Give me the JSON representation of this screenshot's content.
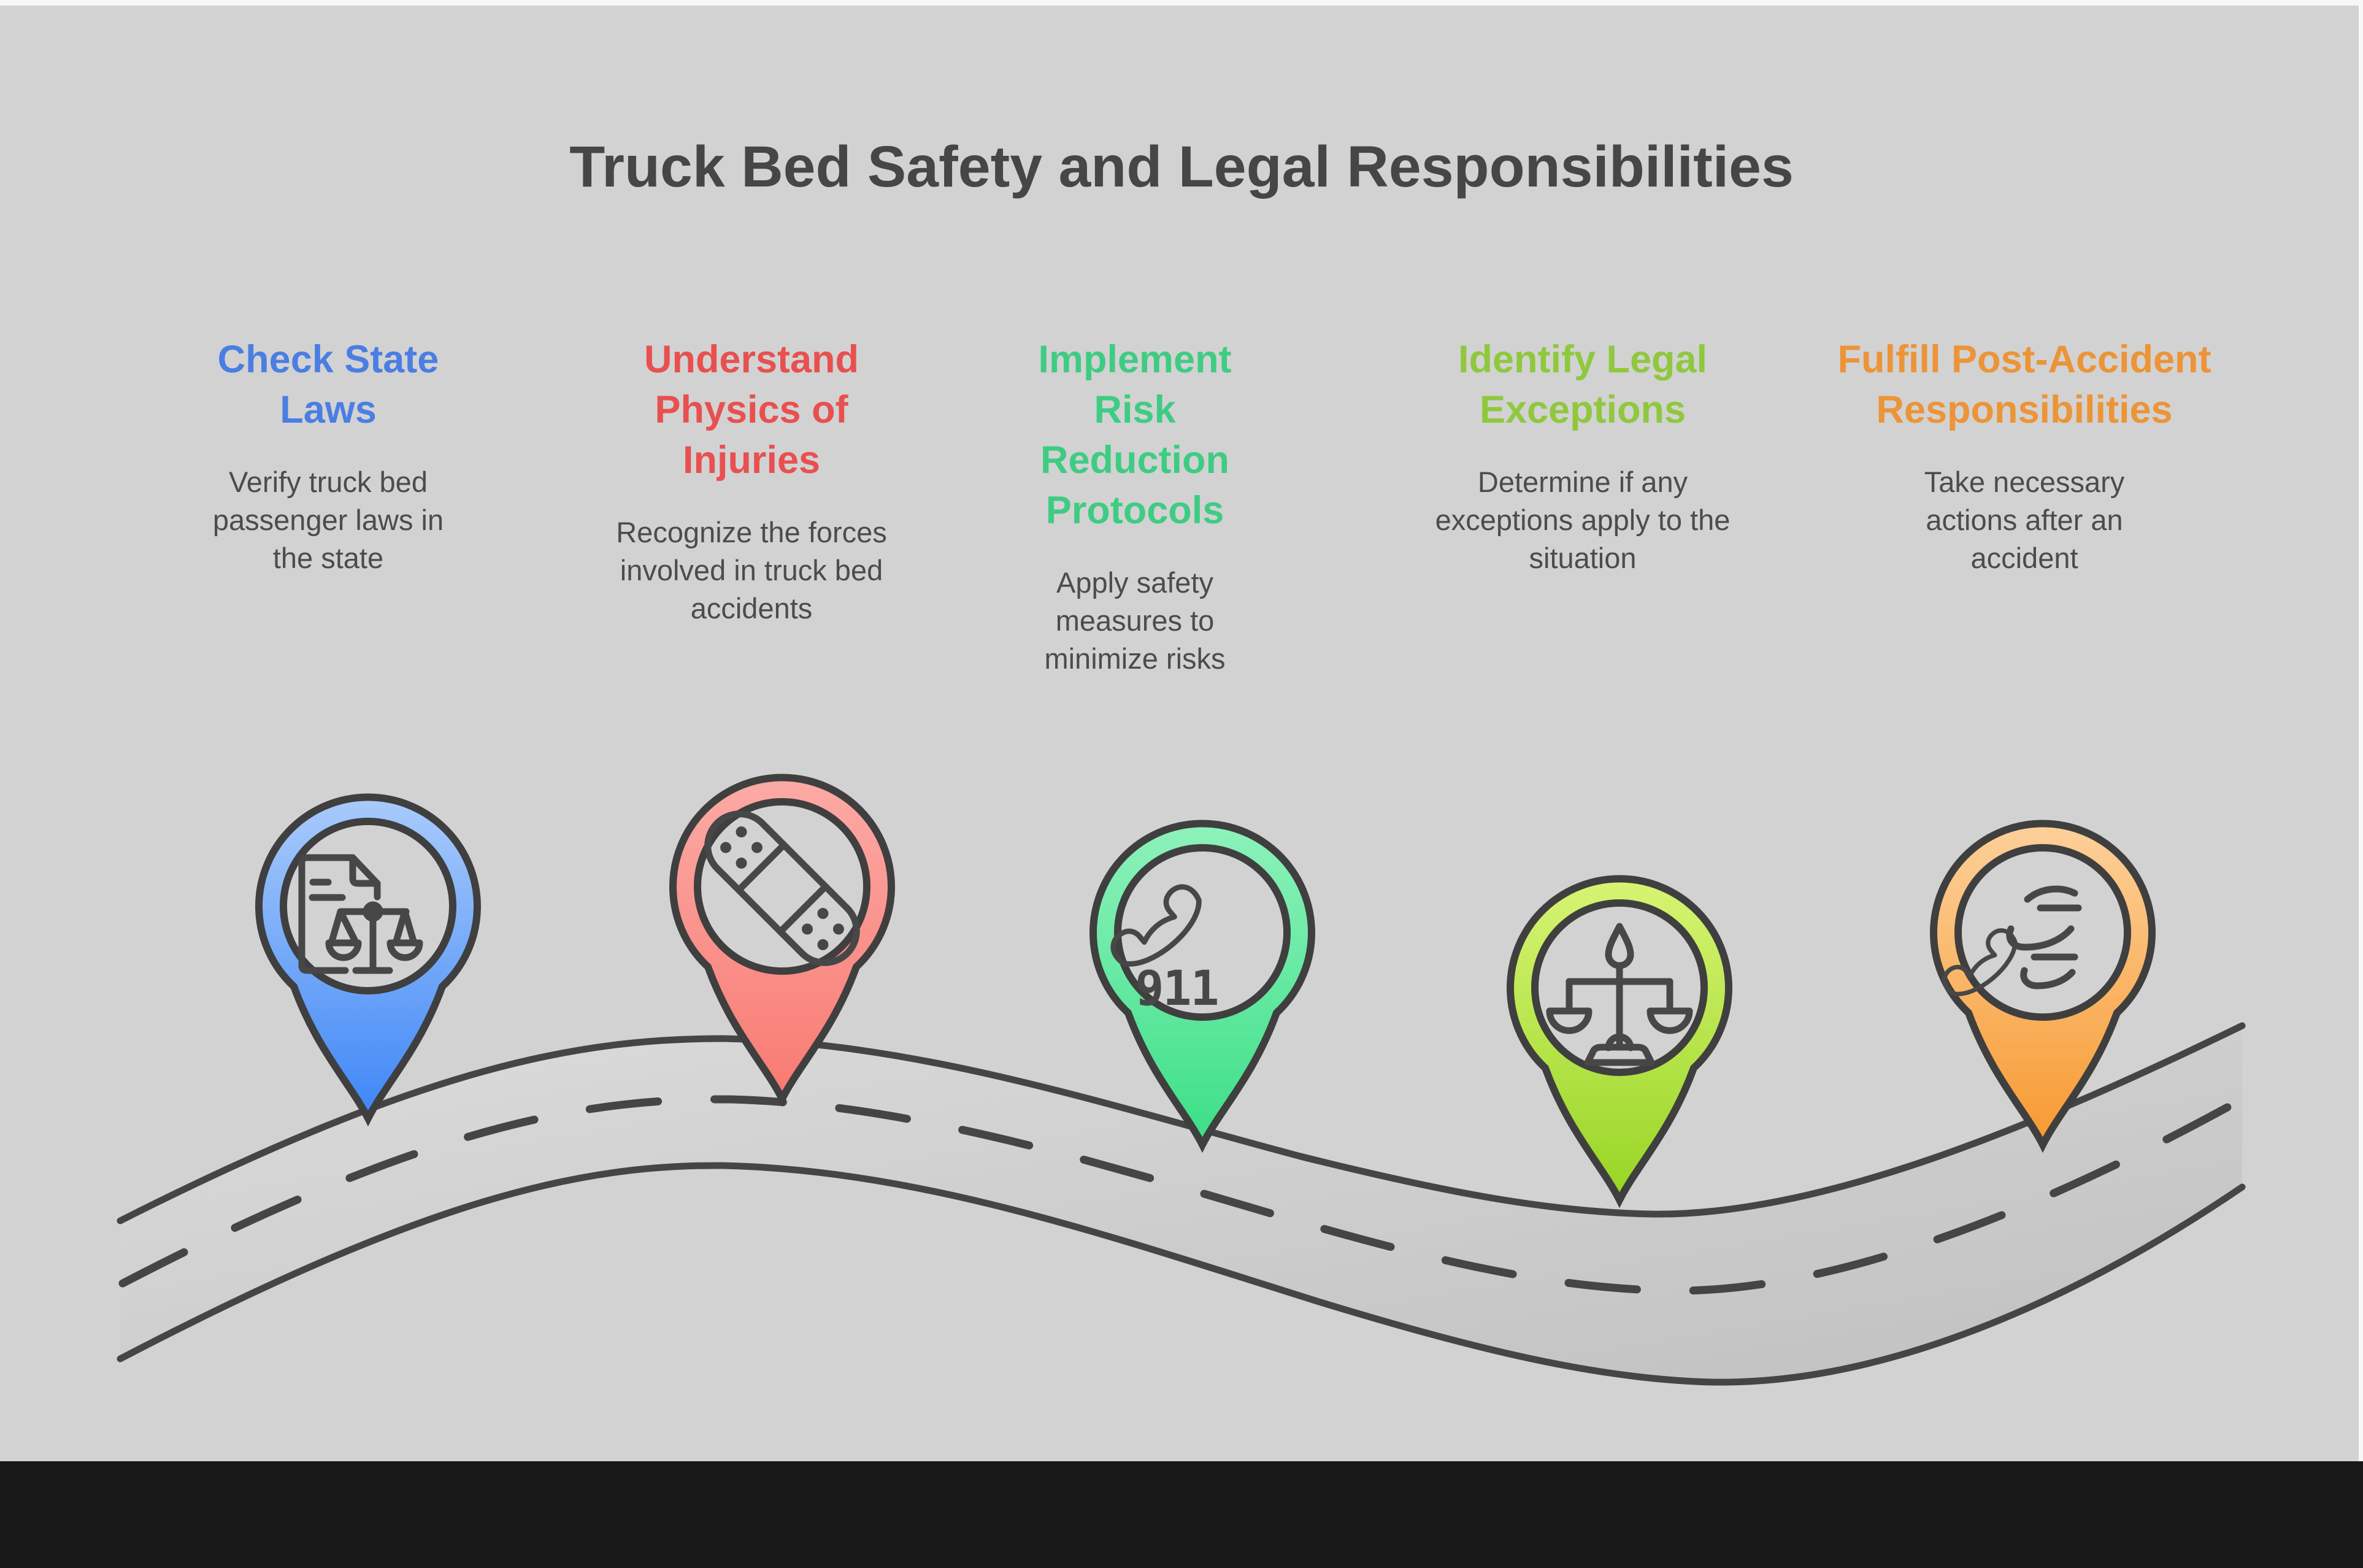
{
  "title": "Truck Bed Safety and Legal Responsibilities",
  "steps": [
    {
      "heading": "Check State Laws",
      "description": "Verify truck bed passenger laws in the state",
      "accent_color": "#4a7ee3",
      "pin_gradient_top": "#a9cbfc",
      "pin_gradient_bottom": "#3e86f6",
      "icon": "legal-document-scales-icon"
    },
    {
      "heading": "Understand Physics of Injuries",
      "description": "Recognize the forces involved in truck bed accidents",
      "accent_color": "#e8504f",
      "pin_gradient_top": "#fcaaa5",
      "pin_gradient_bottom": "#f87a72",
      "icon": "bandage-icon"
    },
    {
      "heading": "Implement Risk Reduction Protocols",
      "description": "Apply safety measures to minimize risks",
      "accent_color": "#3ecc83",
      "pin_gradient_top": "#8df2bb",
      "pin_gradient_bottom": "#3cdf87",
      "icon": "emergency-call-911-icon",
      "icon_label": "911"
    },
    {
      "heading": "Identify Legal Exceptions",
      "description": "Determine if any exceptions apply to the situation",
      "accent_color": "#8fc83d",
      "pin_gradient_top": "#d7f473",
      "pin_gradient_bottom": "#97d524",
      "icon": "justice-scales-icon"
    },
    {
      "heading": "Fulfill Post-Accident Responsibilities",
      "description": "Take necessary actions after an accident",
      "accent_color": "#ec9437",
      "pin_gradient_top": "#fdd09a",
      "pin_gradient_bottom": "#f79a31",
      "icon": "phone-motion-waves-icon"
    }
  ],
  "colors": {
    "background": "#d2d2d2",
    "edge_strips": "#f7f7f7",
    "bottom_bar": "#181818",
    "title_text": "#464646",
    "body_text": "#4c4c4c",
    "road_outline": "#454545",
    "road_fill_light": "#dadada",
    "road_fill_dark": "#c0c0c0",
    "pin_outline": "#3f3f3f",
    "icon_stroke": "#474747"
  }
}
